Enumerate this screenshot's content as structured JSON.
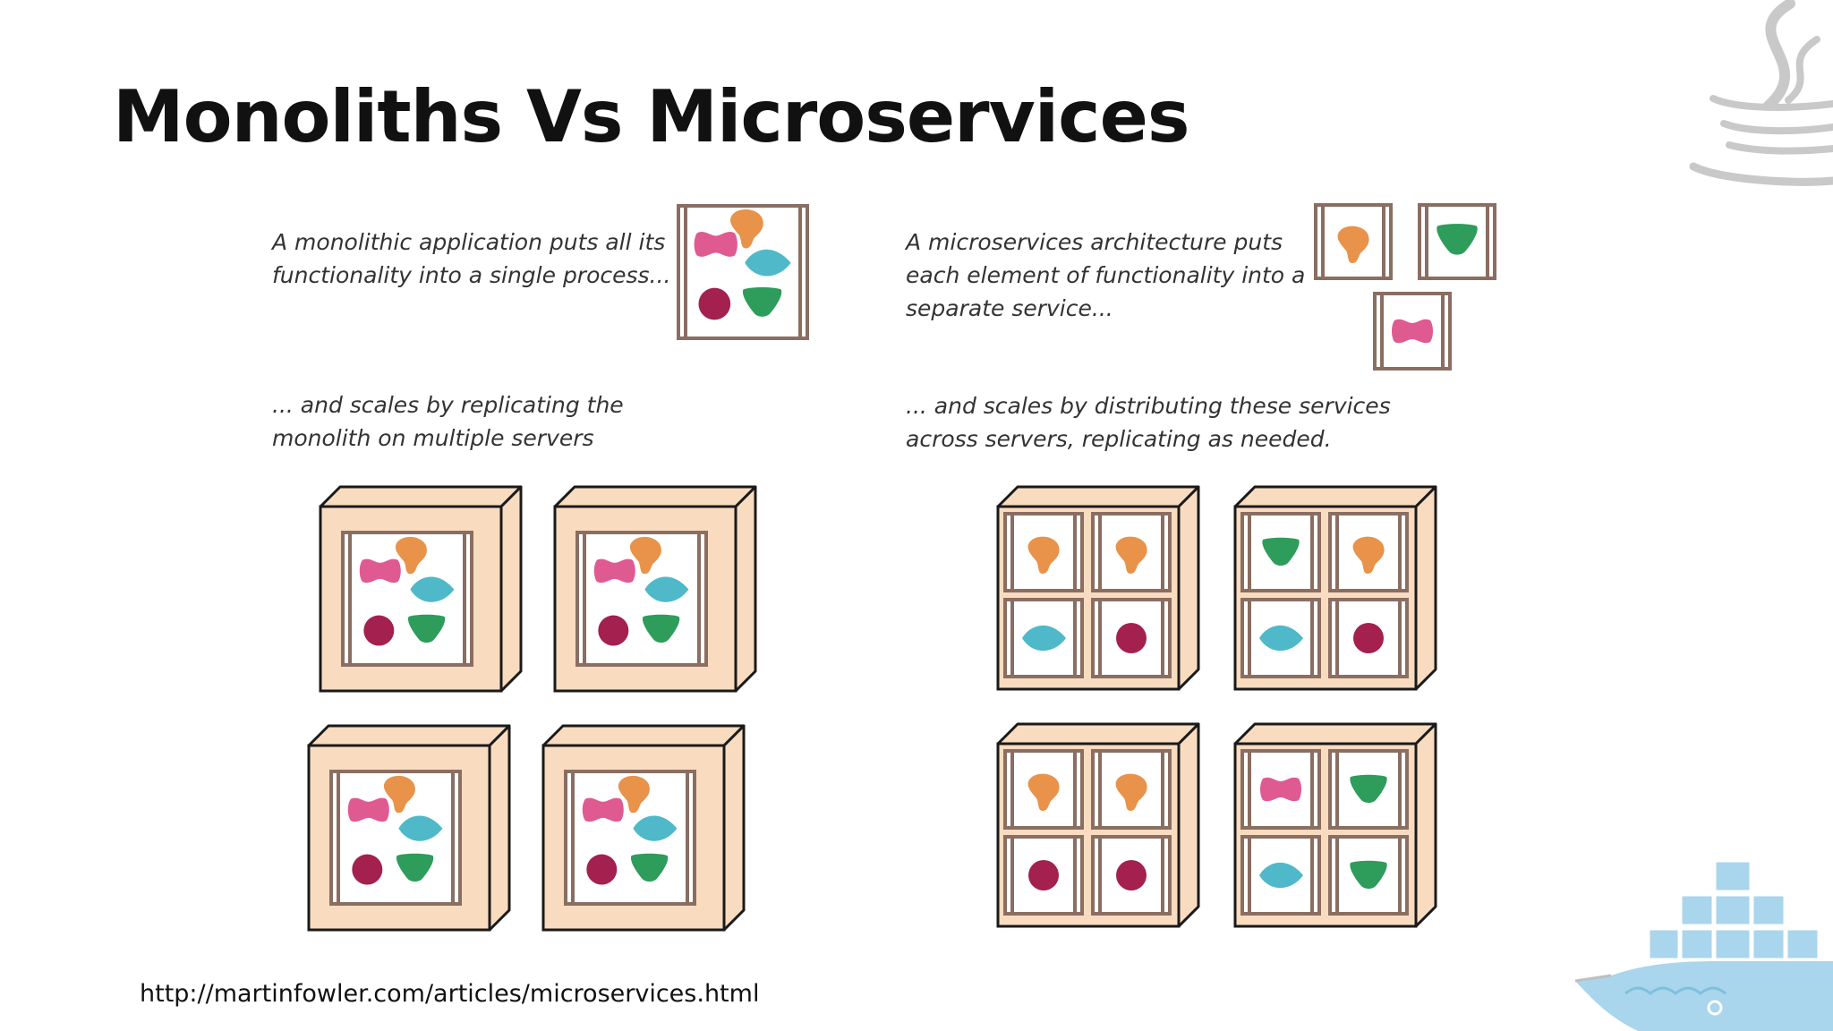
{
  "title": "Monoliths Vs Microservices",
  "monolith": {
    "caption_single": [
      "A monolithic application puts all its",
      "functionality into a single process..."
    ],
    "caption_scale": [
      "... and scales by replicating the",
      "monolith on multiple servers"
    ]
  },
  "microservices": {
    "caption_single": [
      "A microservices architecture puts",
      "each element of functionality into a",
      "separate service..."
    ],
    "caption_scale": [
      "... and scales by distributing these services",
      "across servers, replicating as needed."
    ]
  },
  "source_url": "http://martinfowler.com/articles/microservices.html",
  "colors": {
    "blob_orange": "#e8924a",
    "blob_pink": "#e05a92",
    "blob_teal": "#4fb9c9",
    "blob_maroon": "#a3204f",
    "blob_green": "#2e9c5a",
    "frame_brown": "#8a6e62",
    "server_fill": "#f9dcc0",
    "server_outline": "#1a1a1a",
    "logo_grey": "#c9c9c9",
    "whale_blue": "#a9d6ec"
  },
  "icons": {
    "top_right": "java-coffee-cup-logo",
    "bottom_right": "docker-whale-logo"
  },
  "servers": {
    "monolith_count": 4,
    "microservice_servers": [
      [
        "orange",
        "orange",
        "teal",
        "maroon"
      ],
      [
        "green",
        "orange",
        "teal",
        "maroon"
      ],
      [
        "orange",
        "orange",
        "maroon",
        "maroon"
      ],
      [
        "pink",
        "green",
        "teal",
        "green"
      ]
    ]
  }
}
